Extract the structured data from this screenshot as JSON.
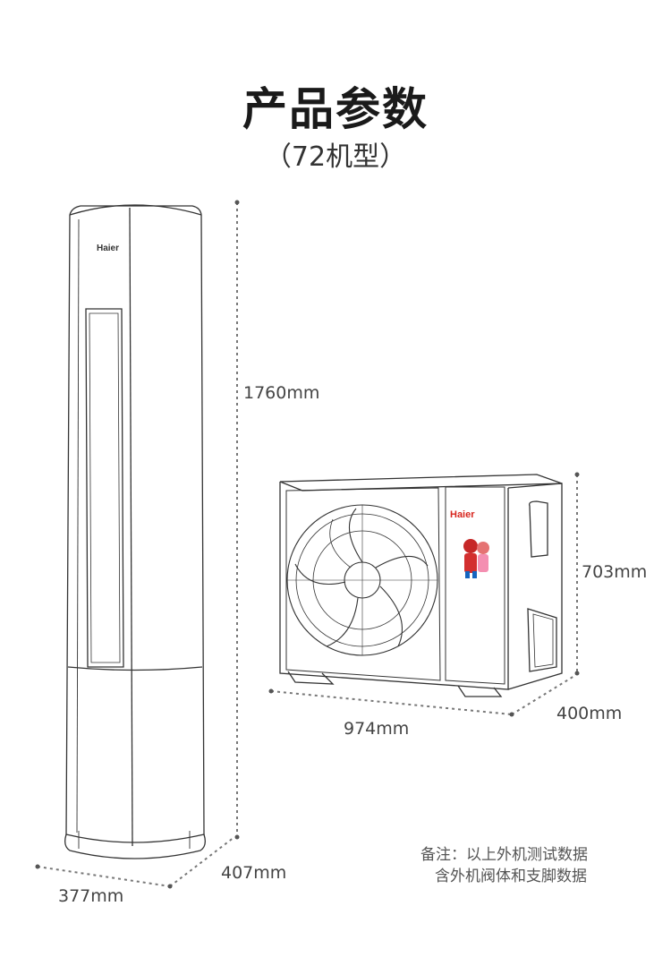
{
  "header": {
    "title": "产品参数",
    "subtitle": "（72机型）"
  },
  "dimensions": {
    "indoor_height": "1760mm",
    "indoor_width": "377mm",
    "indoor_depth": "407mm",
    "outdoor_height": "703mm",
    "outdoor_width": "974mm",
    "outdoor_depth": "400mm"
  },
  "note": {
    "line1": "备注：以上外机测试数据",
    "line2": "含外机阀体和支脚数据"
  },
  "branding": {
    "indoor_logo": "Haier",
    "outdoor_logo": "Haier"
  },
  "colors": {
    "line": "#333333",
    "brand_red": "#d7261e"
  }
}
